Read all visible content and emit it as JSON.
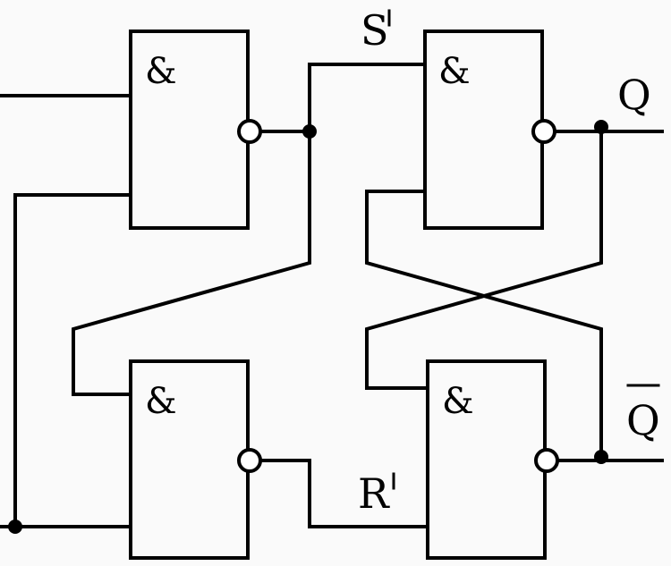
{
  "diagram": {
    "gates": {
      "top_left": "&",
      "top_right": "&",
      "bottom_left": "&",
      "bottom_right": "&"
    },
    "signals": {
      "s_prime": "S",
      "r_prime": "R",
      "q": "Q",
      "q_bar": "Q"
    },
    "colors": {
      "line": "#000000",
      "background": "#fafafa"
    }
  }
}
